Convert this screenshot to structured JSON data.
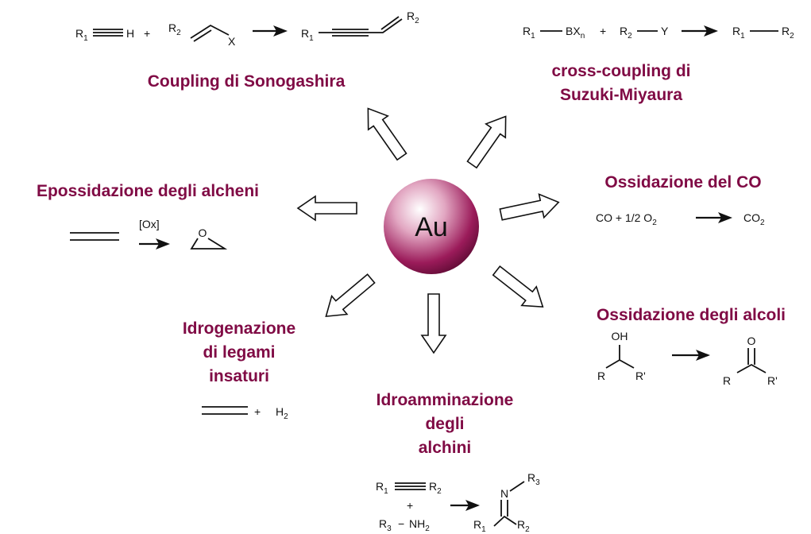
{
  "center": {
    "label": "Au",
    "color": "#9b1b5a"
  },
  "colors": {
    "title": "#800b45",
    "ink": "#111111"
  },
  "titles": {
    "sonogashira": "Coupling di Sonogashira",
    "suzuki_line1": "cross-coupling di",
    "suzuki_line2": "Suzuki-Miyaura",
    "epox": "Epossidazione degli alcheni",
    "co_ox": "Ossidazione del CO",
    "alc_ox": "Ossidazione degli alcoli",
    "hydrog_line1": "Idrogenazione",
    "hydrog_line2": "di legami",
    "hydrog_line3": "insaturi",
    "hydroam_line1": "Idroamminazione",
    "hydroam_line2": "degli",
    "hydroam_line3": "alchini"
  },
  "labels": {
    "r": "R",
    "r_prime": "R'",
    "sub1": "1",
    "sub2": "2",
    "sub3": "3",
    "subn": "n",
    "h": "H",
    "x": "X",
    "y": "Y",
    "bx": "BX",
    "plus": "+",
    "dash": "−",
    "ox": "[Ox]",
    "o": "O",
    "oh": "OH",
    "n": "N",
    "nh": "NH",
    "co_lhs": "CO + 1/2 O",
    "co2": "CO",
    "h2": "H"
  }
}
